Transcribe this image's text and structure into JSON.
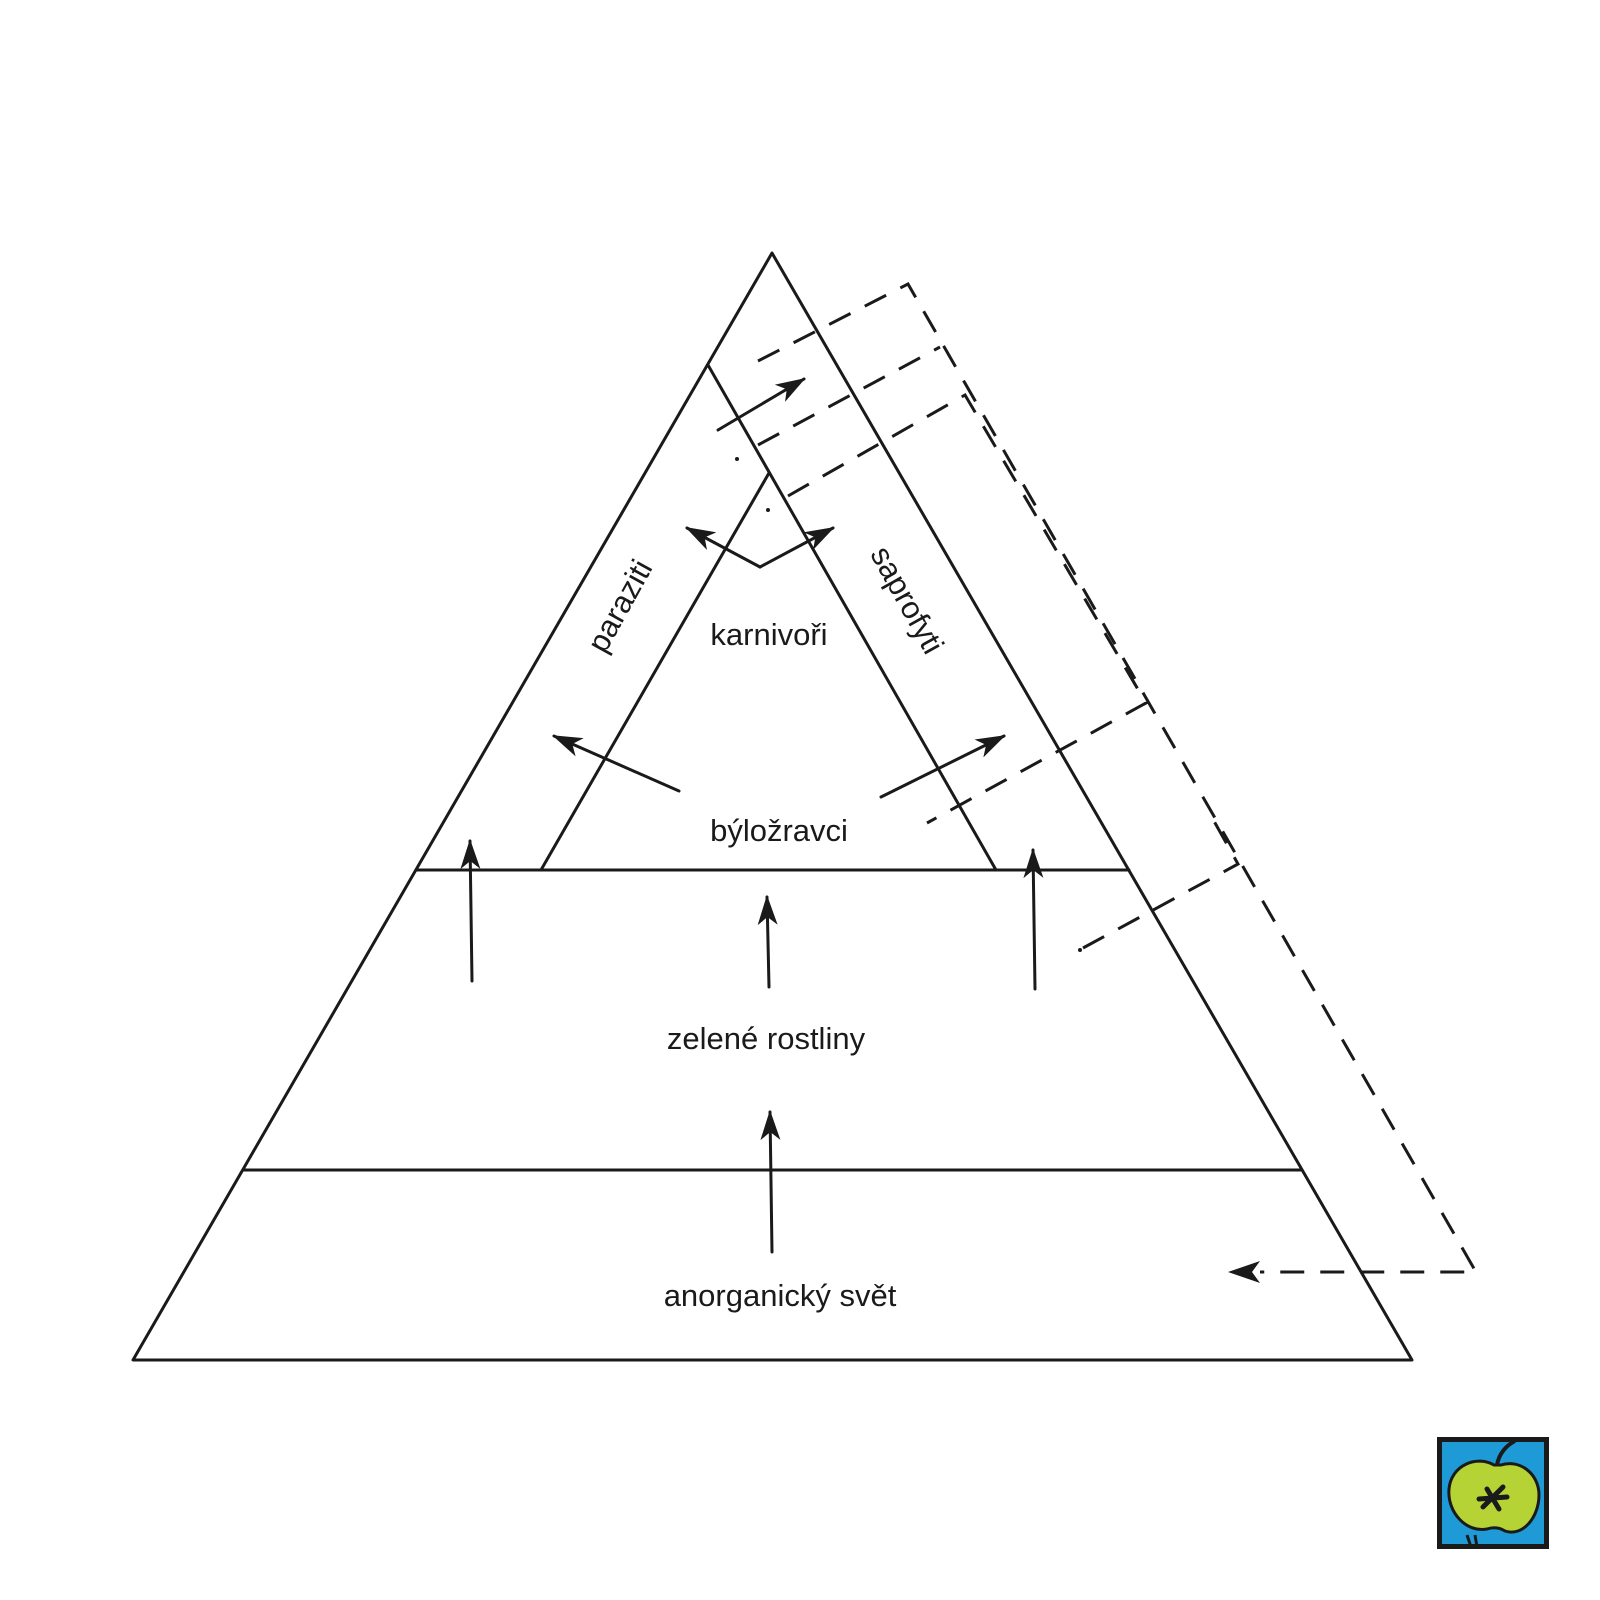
{
  "labels": {
    "anorganicky": "anorganický svět",
    "zelene": "zelené rostliny",
    "bylozravci": "býložravci",
    "karnivori": "karnivoři",
    "paraziti": "paraziti",
    "saprofyti": "saprofyti"
  },
  "logo": {
    "icon": "apple-logo-icon",
    "frame_color": "#1a1a1a",
    "background_color": "#1e9bd7",
    "apple_color": "#b5d334"
  },
  "colors": {
    "line": "#1a1a1a",
    "background": "#ffffff"
  }
}
